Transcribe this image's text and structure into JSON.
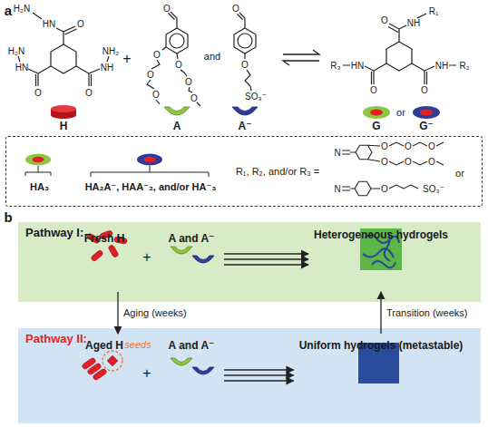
{
  "diagram": {
    "nodes": [
      {
        "text": [
          "R₁, R₂, and/or R₃ =",
          "or"
        ]
      },
      {
        "text": [
          "HA₃"
        ],
        "in": 0
      },
      {
        "text": [
          "HA₂A⁻, HAA⁻₂, and/or HA⁻₃"
        ],
        "in": 0
      },
      {
        "text": [
          "Pathway I:"
        ]
      },
      {
        "text": [
          "Fresh H"
        ],
        "in": 3
      },
      {
        "text": [
          "A and A⁻"
        ],
        "in": 3
      },
      {
        "text": [
          "Heterogeneous hydrogels"
        ],
        "in": 3
      },
      {
        "text": [
          "Pathway II:"
        ]
      },
      {
        "text": [
          "Aged H"
        ],
        "in": 7
      },
      {
        "text": [
          "A and A⁻"
        ],
        "in": 7
      },
      {
        "text": [
          "Uniform hydrogels (metastable)"
        ],
        "in": 7
      }
    ],
    "edges": [
      {
        "from": 5,
        "to": 6,
        "arrow": "to"
      },
      {
        "from": 4,
        "to": 8,
        "arrow": "to",
        "label": "Aging (weeks)"
      },
      {
        "from": 9,
        "to": 10,
        "arrow": "to"
      },
      {
        "from": 10,
        "to": 6,
        "arrow": "to",
        "label": "Transition (weeks)"
      }
    ],
    "labels": [
      "a",
      "H₂N",
      "HN",
      "O",
      "O",
      "NH",
      "NH₂",
      "O",
      "HN",
      "H₂N",
      "H",
      "+",
      "O",
      "O",
      "O",
      "O",
      "O",
      "O",
      "O",
      "A",
      "and",
      "O",
      "O",
      "SO₃⁻",
      "A⁻",
      "O",
      "NH",
      "R₁",
      "O",
      "NH",
      "R₂",
      "O",
      "HN",
      "R₃",
      "G",
      "or",
      "G⁻",
      "N",
      "O",
      "O",
      "O",
      "O",
      "O",
      "O",
      "N",
      "O",
      "SO₃⁻",
      "b",
      "+",
      "+",
      "seeds"
    ]
  }
}
